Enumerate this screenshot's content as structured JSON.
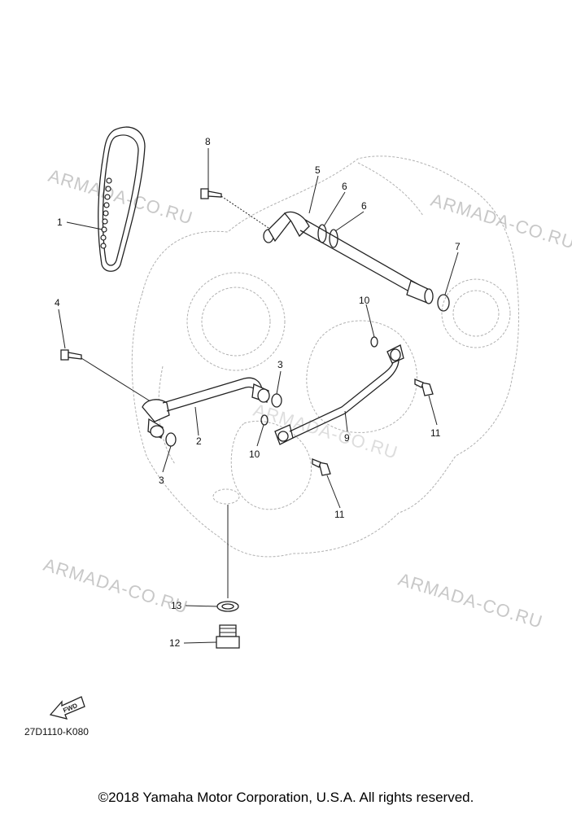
{
  "watermark_text": "ARMADA-CO.RU",
  "fwd_label": "FWD",
  "diagram_code": "27D1110-K080",
  "copyright": "©2018 Yamaha Motor Corporation, U.S.A. All rights reserved.",
  "callouts": [
    "1",
    "2",
    "3",
    "3",
    "4",
    "5",
    "6",
    "6",
    "7",
    "8",
    "9",
    "10",
    "10",
    "11",
    "11",
    "12",
    "13"
  ]
}
